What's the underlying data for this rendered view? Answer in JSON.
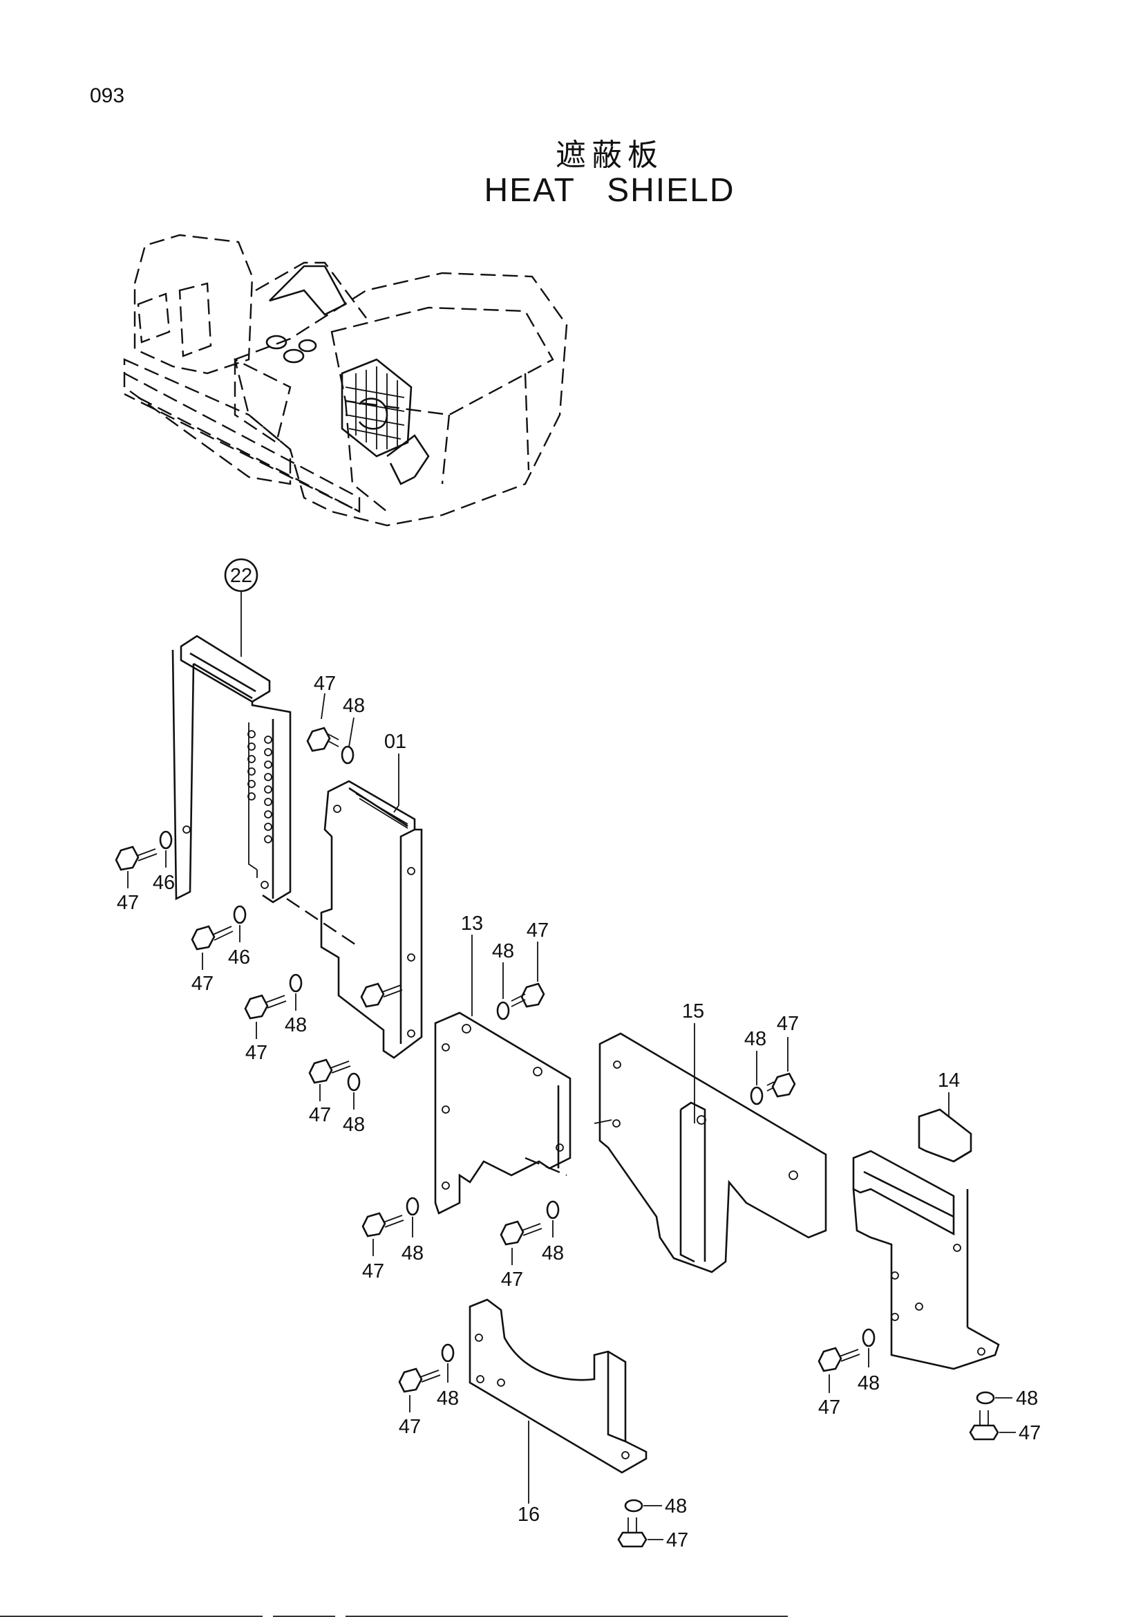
{
  "page_number": "093",
  "title_jp": "遮蔽板",
  "title_en": "HEAT   SHIELD",
  "labels": {
    "p22": "22",
    "p01": "01",
    "p13": "13",
    "p14": "14",
    "p15": "15",
    "p16": "16",
    "p46": "46",
    "p47": "47",
    "p48": "48"
  }
}
